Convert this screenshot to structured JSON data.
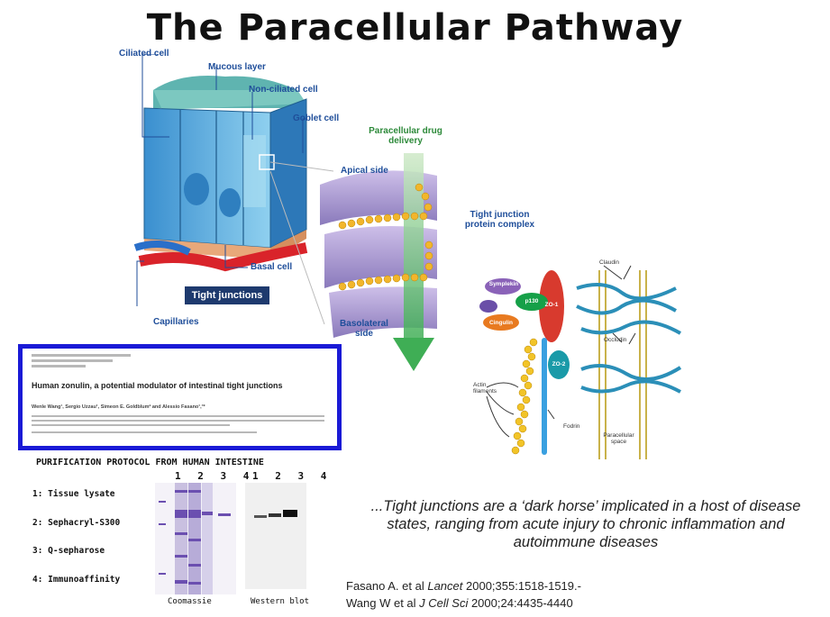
{
  "title": "The Paracellular Pathway",
  "tissue_labels": {
    "ciliated_cell": "Ciliated cell",
    "mucous_layer": "Mucous layer",
    "non_ciliated_cell": "Non-ciliated cell",
    "goblet_cell": "Goblet cell",
    "basal_cell": "Basal cell",
    "tight_junctions": "Tight junctions",
    "capillaries": "Capillaries"
  },
  "junction_labels": {
    "paracellular_drug_delivery": "Paracellular drug delivery",
    "apical_side": "Apical side",
    "tight_junction_complex": "Tight junction protein complex",
    "basolateral_side": "Basolateral side"
  },
  "protein_labels": {
    "claudin": "Claudin",
    "occludin": "Occludin",
    "symplekin": "Symplekin",
    "cingulin": "Cingulin",
    "p130": "p130",
    "zo1": "ZO-1",
    "zo2": "ZO-2",
    "actin_filaments": "Actin filaments",
    "fodrin": "Fodrin",
    "paracellular_space": "Paracellular space"
  },
  "paper": {
    "title": "Human zonulin, a potential modulator of intestinal tight junctions",
    "authors": "Wenle Wang¹, Sergio Uzzau¹, Simeon E. Goldblum² and Alessio Fasano¹,³*"
  },
  "protocol": {
    "title": "PURIFICATION PROTOCOL FROM HUMAN INTESTINE",
    "steps": [
      "1: Tissue lysate",
      "2: Sephacryl-S300",
      "3: Q-sepharose",
      "4: Immunoaffinity"
    ],
    "lanes_left": "1 2 3 4",
    "lanes_right": "1 2 3 4",
    "gel_left_caption": "Coomassie",
    "gel_right_caption": "Western blot"
  },
  "quote": "...Tight junctions are a ‘dark horse’ implicated in a host of disease states, ranging from acute injury to chronic inflammation and autoimmune diseases",
  "citations": {
    "line1_a": "Fasano A. et al ",
    "line1_journal": "Lancet",
    "line1_b": " 2000;355:1518-1519.-",
    "line2_a": "Wang W et al ",
    "line2_journal": "J Cell Sci",
    "line2_b": " 2000;24:4435-4440"
  },
  "colors": {
    "label_blue": "#1f4e9a",
    "paper_border": "#1a1ad6",
    "tj_box": "#1e3a6e",
    "arrow_green": "#4cae5c"
  }
}
